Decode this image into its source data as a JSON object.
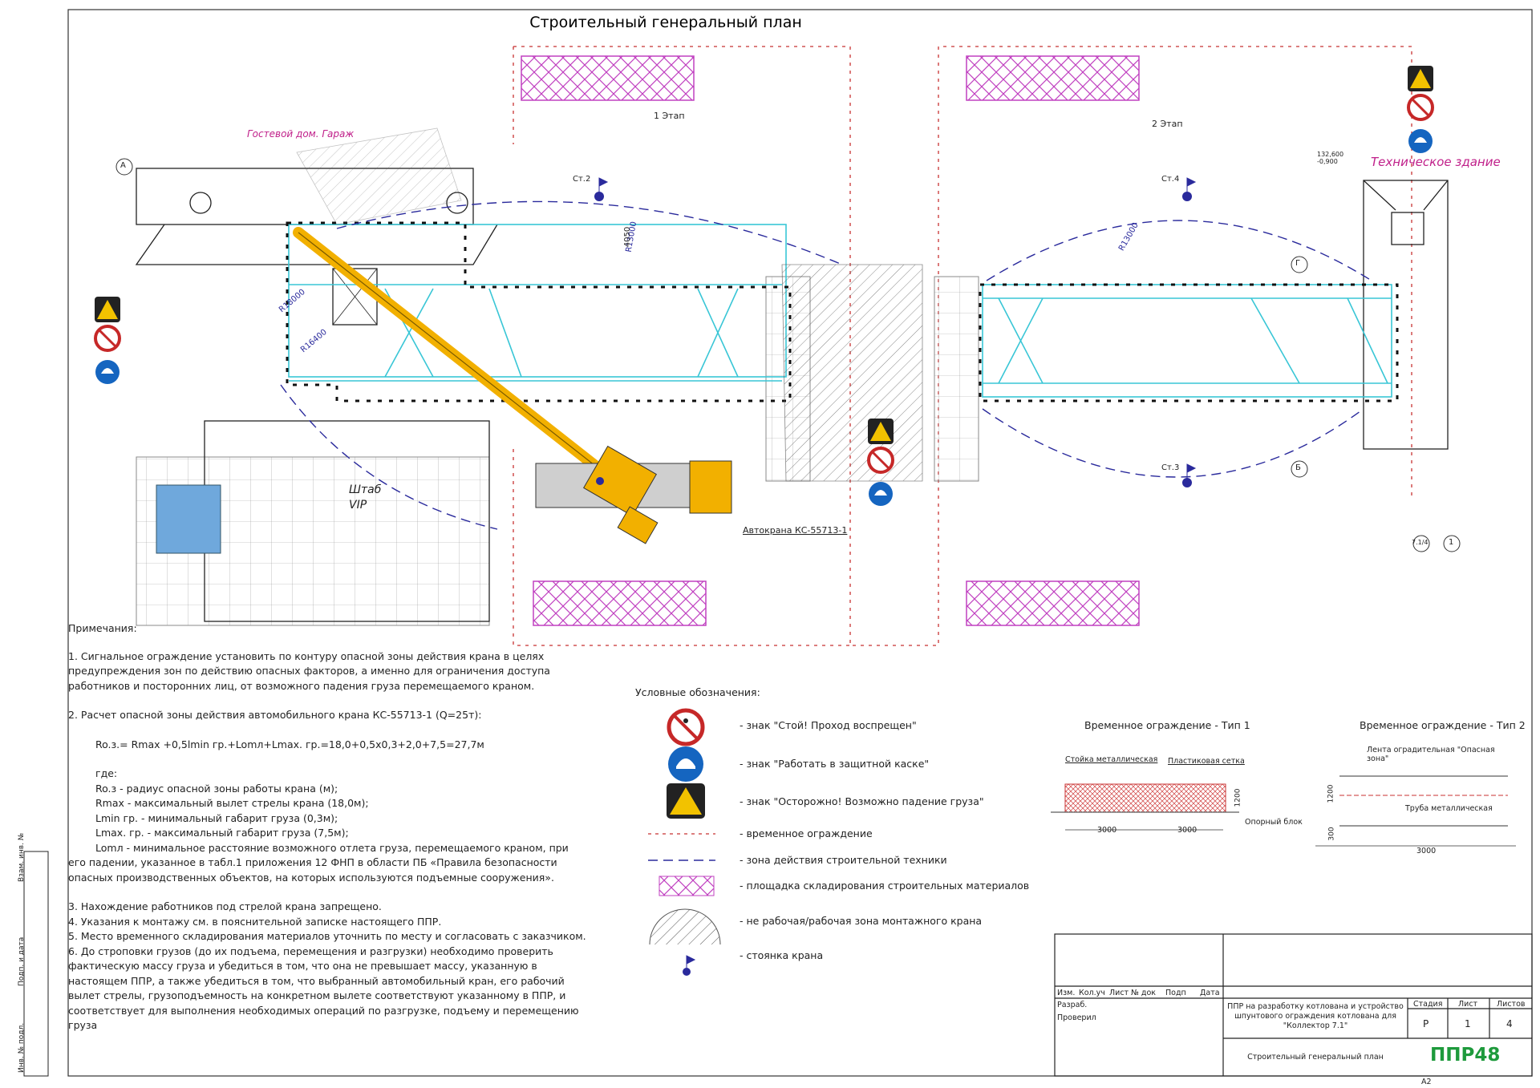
{
  "title": "Строительный генеральный план",
  "plan": {
    "stage1": "1 Этап",
    "stage2": "2 Этап",
    "building_guest": "Гостевой дом. Гараж",
    "building_tech": "Техническое здание",
    "shtab_line1": "Штаб",
    "shtab_line2": "VIP",
    "crane_label": "Автокрана КС-55713-1",
    "stations": [
      "Ст.2",
      "Ст.4",
      "Ст.3"
    ],
    "radii": [
      "R13000",
      "R13000",
      "R18000",
      "R16400"
    ],
    "dim_4050": "4050",
    "level_mark": "132,600\n-0,900",
    "axis_labels": [
      "А",
      "Г",
      "Б",
      "1",
      "7.1/4"
    ]
  },
  "notes": {
    "heading": "Примечания:",
    "n1": "1. Сигнальное ограждение установить по контуру опасной зоны действия крана в целях предупреждения зон по действию опасных факторов, а именно для ограничения доступа работников и посторонних лиц, от возможного падения груза перемещаемого краном.",
    "n2": "2. Расчет опасной зоны действия автомобильного крана КС-55713-1 (Q=25т):",
    "formula": "Ro.з.= Rmax +0,5lmin гр.+Lomл+Lmax. гр.=18,0+0,5х0,3+2,0+7,5=27,7м",
    "where": "где:",
    "d1": "Ro.з - радиус опасной зоны работы крана (м);",
    "d2": "Rmax - максимальный вылет стрелы крана (18,0м);",
    "d3": "Lmin гр. - минимальный габарит груза (0,3м);",
    "d4": "Lmax. гр. - максимальный габарит груза (7,5м);",
    "d5a": "Lomл - минимальное расстояние возможного отлета груза, перемещаемого краном, при",
    "d5b": "его падении, указанное в табл.1 приложения 12 ФНП в области ПБ «Правила безопасности опасных производственных объектов, на которых используются подъемные сооружения».",
    "n3": "3. Нахождение работников под стрелой крана запрещено.",
    "n4": "4. Указания к монтажу см. в пояснительной записке настоящего ППР.",
    "n5": "5. Место временного складирования материалов уточнить по месту и согласовать с заказчиком.",
    "n6": "6. До строповки грузов (до их подъема, перемещения и разгрузки) необходимо проверить фактическую массу груза и убедиться в том, что она не превышает массу, указанную в настоящем ППР, а также убедиться в том, что выбранный автомобильный кран, его рабочий вылет стрелы, грузоподъемность на конкретном вылете соответствуют указанному в ППР, и соответствует для выполнения необходимых операций по разгрузке, подъему и перемещению груза"
  },
  "legend": {
    "heading": "Условные обозначения:",
    "items": [
      "- знак \"Стой! Проход воспрещен\"",
      "- знак \"Работать в защитной каске\"",
      "- знак \"Осторожно! Возможно падение груза\"",
      "- временное ограждение",
      "- зона действия строительной техники",
      "- площадка складирования строительных материалов",
      "- не рабочая/рабочая зона монтажного крана",
      "- стоянка крана"
    ]
  },
  "fence1": {
    "title": "Временное ограждение - Тип 1",
    "post": "Стойка металлическая",
    "mesh": "Пластиковая сетка",
    "block": "Опорный блок",
    "h": "1200",
    "w1": "3000",
    "w2": "3000"
  },
  "fence2": {
    "title": "Временное ограждение - Тип 2",
    "tape": "Лента оградительная \"Опасная зона\"",
    "pipe": "Труба металлическая",
    "h": "1200",
    "h2": "300",
    "w": "3000"
  },
  "stamp": {
    "cols": [
      "Изм.",
      "Кол.уч",
      "Лист",
      "№ док",
      "Подп",
      "Дата"
    ],
    "developed": "Разраб.",
    "checked": "Проверил",
    "project": "ППР на разработку котлована и устройство шпунтового ограждения котлована для \"Коллектор 7.1\"",
    "sheet_title": "Строительный генеральный план",
    "stage_h": "Стадия",
    "sheet_h": "Лист",
    "sheets_h": "Листов",
    "stage": "Р",
    "sheet": "1",
    "sheets": "4",
    "logo": "ППР48",
    "format": "А2",
    "side1": "Взам. инв. №",
    "side2": "Подп. и дата",
    "side3": "Инв. № подл."
  },
  "colors": {
    "fence_red": "#c83232",
    "zone_blue": "#2a2a9c",
    "storage_pink": "#c040c0",
    "crane_yellow": "#f2b000",
    "building_cyan": "#39c6d6",
    "logo_green": "#1e9a3c",
    "label_magenta": "#c0208a"
  }
}
